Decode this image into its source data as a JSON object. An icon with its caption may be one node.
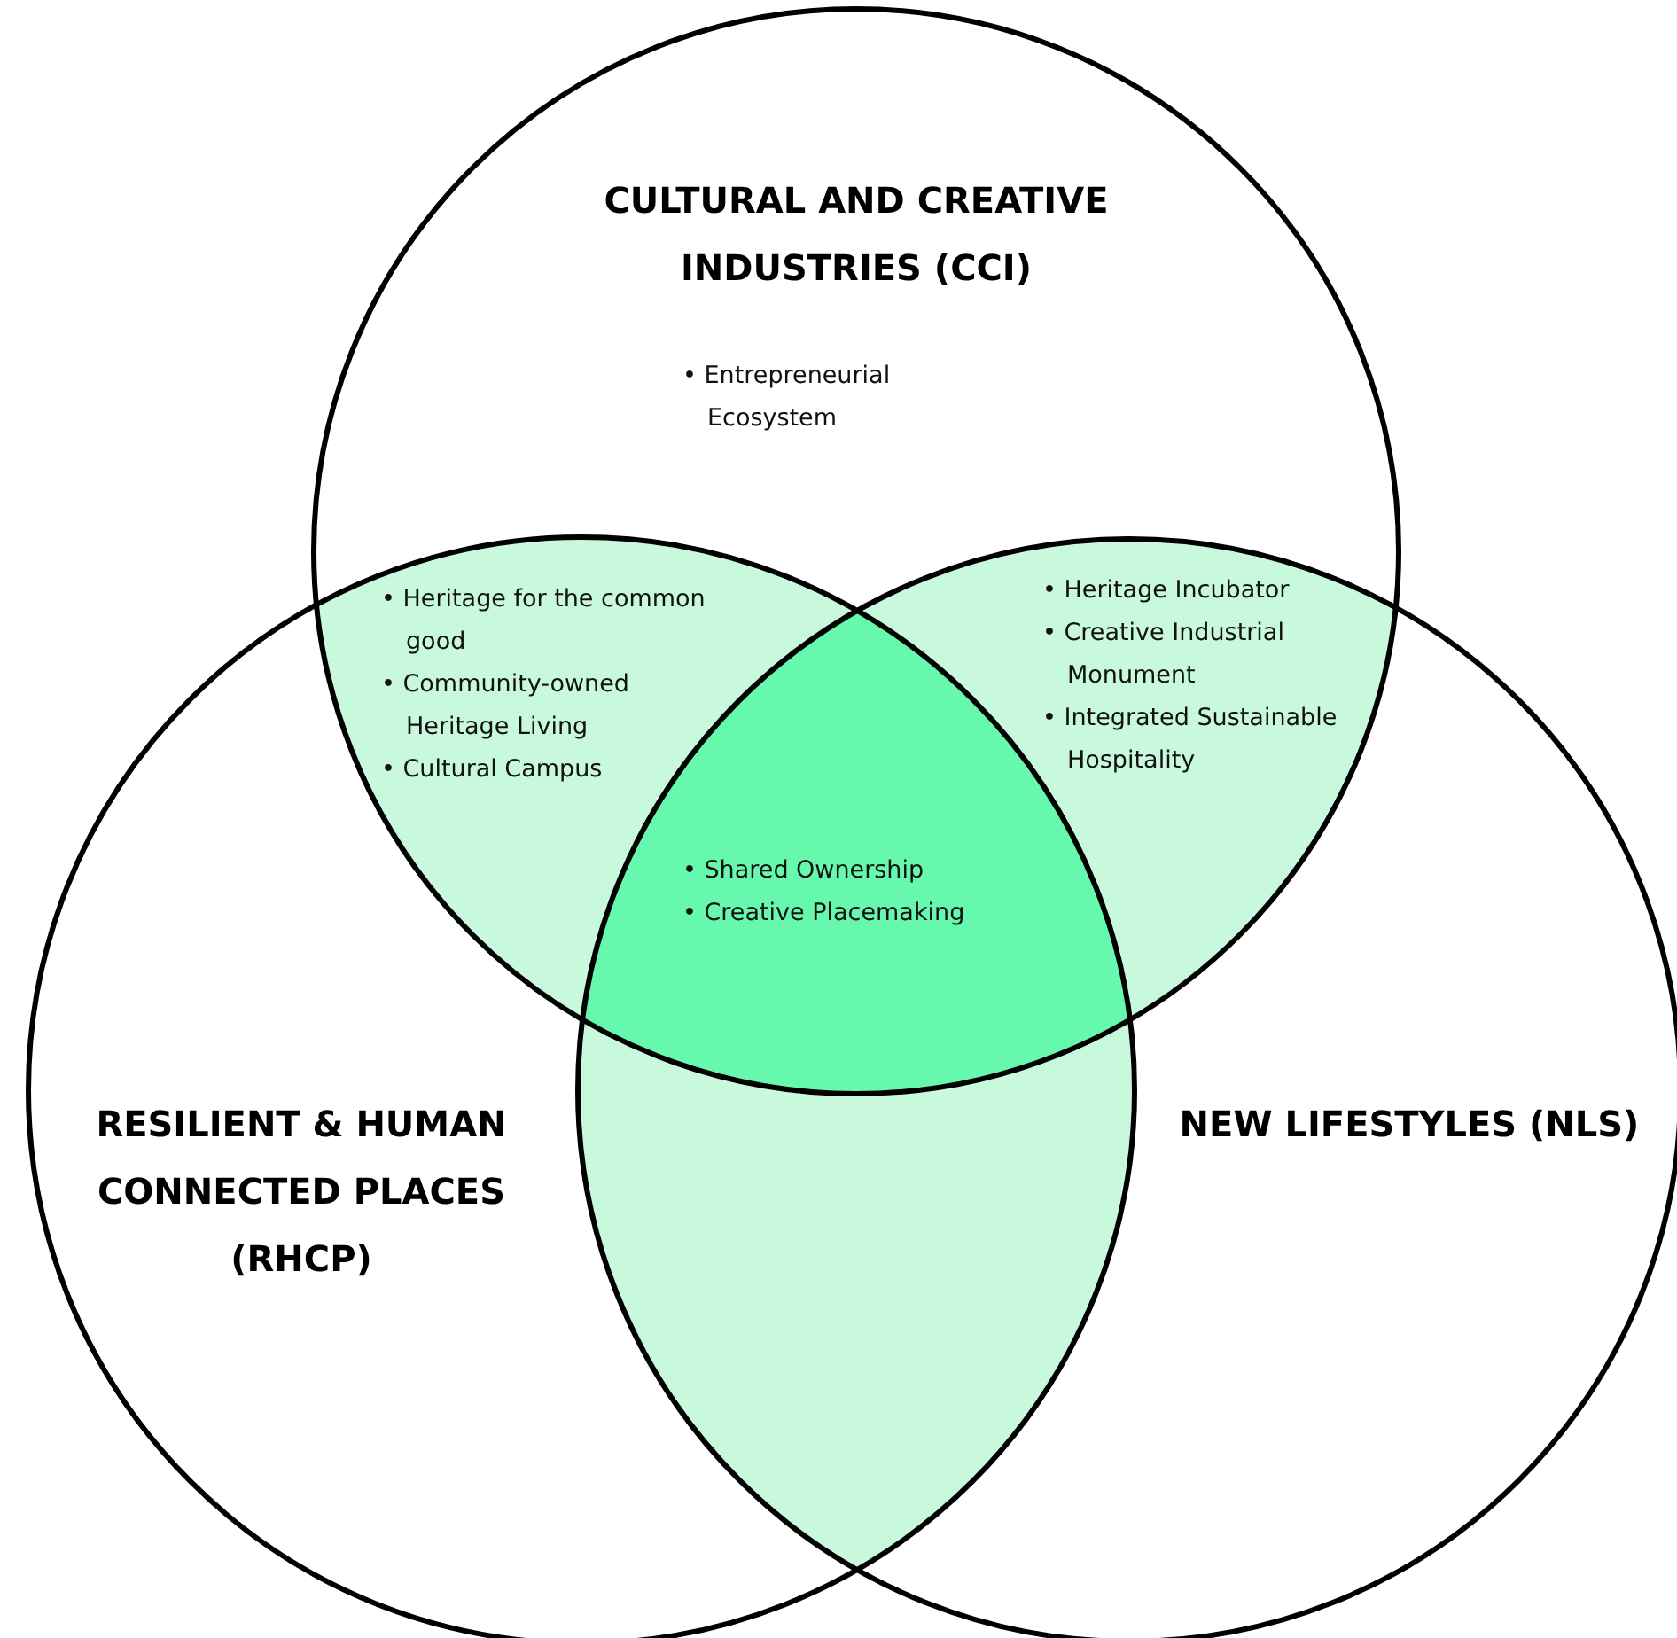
{
  "diagram": {
    "nodes": [
      {
        "text": [
          "CULTURAL AND CREATIVE INDUSTRIES (CCI)",
          "• Entrepreneurial Ecosystem"
        ]
      },
      {
        "text": [
          "RESILIENT & HUMAN CONNECTED PLACES (RHCP)"
        ]
      },
      {
        "text": [
          "NEW LIFESTYLES (NLS)"
        ]
      },
      {
        "text": [
          "• Heritage for the common good",
          "• Community-owned Heritage Living",
          "• Cultural Campus"
        ]
      },
      {
        "text": [
          "• Heritage Incubator",
          "• Creative Industrial Monument",
          "• Integrated Sustainable Hospitality"
        ]
      },
      {
        "text": [
          "• Shared Ownership",
          "• Creative Placemaking"
        ]
      },
      {
        "text": [],
        "shape": "lens"
      }
    ]
  }
}
